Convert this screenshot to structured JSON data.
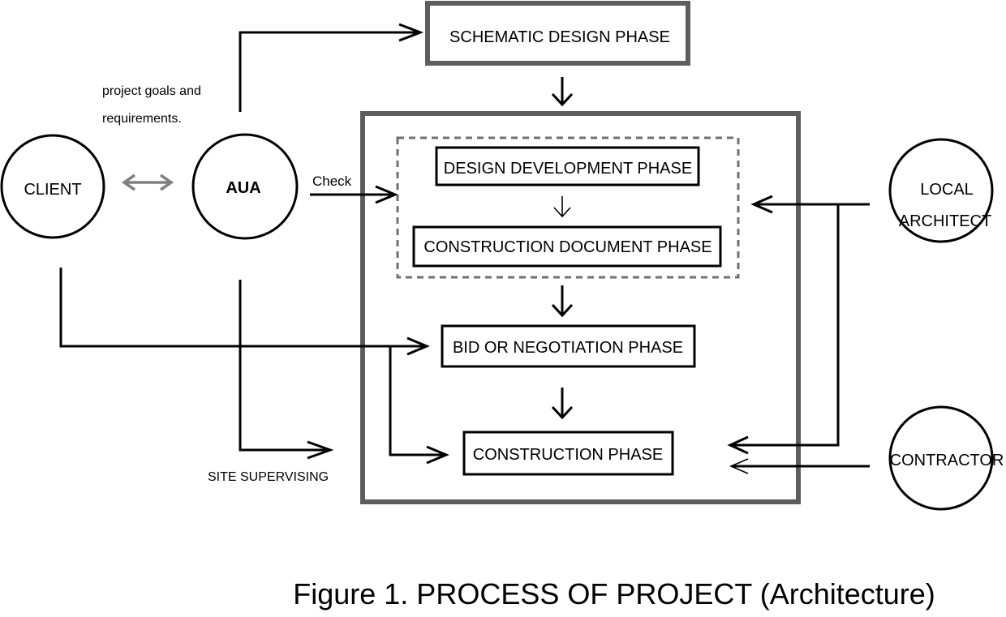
{
  "phases": {
    "schematic": "SCHEMATIC DESIGN PHASE",
    "design_development": "DESIGN DEVELOPMENT PHASE",
    "construction_document": "CONSTRUCTION DOCUMENT PHASE",
    "bid": "BID OR NEGOTIATION PHASE",
    "construction": "CONSTRUCTION PHASE"
  },
  "actors": {
    "client": "CLIENT",
    "aua": "AUA",
    "local_architect_line1": "LOCAL",
    "local_architect_line2": "ARCHITECT",
    "contractor": "CONTRACTOR"
  },
  "labels": {
    "goals_line1": "project goals and",
    "goals_line2": "requirements.",
    "check": "Check",
    "site_supervising": "SITE SUPERVISING"
  },
  "caption": "Figure 1. PROCESS OF PROJECT (Architecture)",
  "colors": {
    "frame": "#5d5d5d",
    "double_arrow": "#808080",
    "line": "#000000"
  }
}
